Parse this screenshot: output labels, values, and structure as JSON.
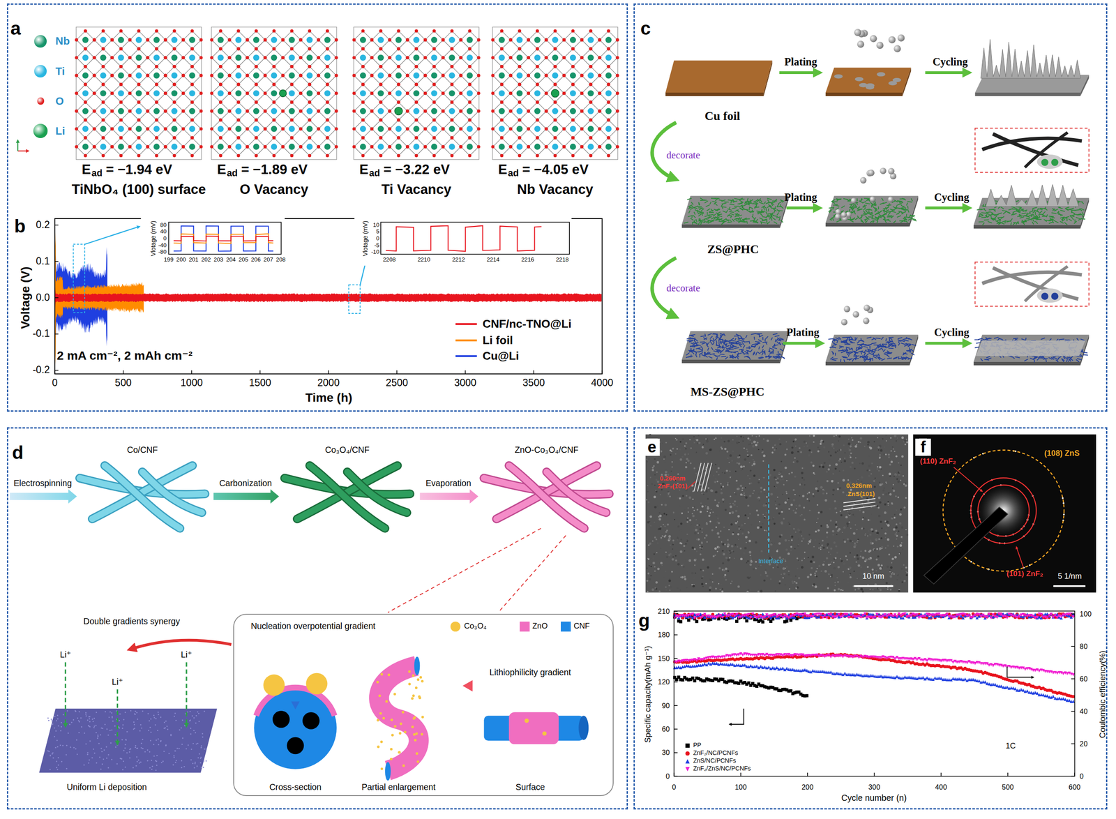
{
  "diagram": {
    "nodes": [
      {
        "text": [
          "a",
          "b"
        ]
      },
      {
        "text": [
          "c"
        ]
      },
      {
        "text": [
          "d"
        ]
      },
      {
        "text": [
          "e",
          "f",
          "g"
        ]
      },
      {
        "text": [
          "Nucleation overpotential gradient",
          "Lithiophilicity gradient",
          "Cross-section",
          "Partial enlargement",
          "Surface"
        ],
        "in": 2
      },
      {
        "text": [
          "0.260nm",
          "ZnF₂(101)",
          "Interface",
          "0.326nm",
          "ZnS(101)",
          "10 nm"
        ],
        "in": 3
      },
      {
        "text": [
          "(108) ZnS",
          "(110) ZnF₂",
          "(101) ZnF₂",
          "5 1/nm"
        ],
        "in": 3
      }
    ],
    "labels": [
      "E",
      "ad",
      "= −1.94 eV",
      "E",
      "ad",
      "= −1.89 eV",
      "E",
      "ad",
      "= −3.22 eV",
      "E",
      "ad",
      "= −4.05 eV",
      "TiNbO₄ (100) surface",
      "O Vacancy",
      "Ti Vacancy",
      "Nb Vacancy",
      "Voltage (V)",
      "0.2",
      "0.1",
      "0.0",
      "-0.1",
      "-0.2",
      "0",
      "500",
      "1000",
      "1500",
      "2000",
      "2500",
      "3000",
      "3500",
      "4000",
      "Time (h)",
      "Vlotage (mV)",
      "80",
      "40",
      "0",
      "-40",
      "-80",
      "199",
      "200",
      "201",
      "202",
      "203",
      "204",
      "205",
      "206",
      "207",
      "208",
      "Vlotage (mV)",
      "10",
      "5",
      "0",
      "-5",
      "-10",
      "2208",
      "2210",
      "2212",
      "2214",
      "2216",
      "2218",
      "2 mA cm⁻², 2 mAh cm⁻²",
      "Plating",
      "Cycling",
      "Cu foil",
      "decorate",
      "Plating",
      "Cycling",
      "ZS@PHC",
      "decorate",
      "Plating",
      "Cycling",
      "MS-ZS@PHC",
      "Electrospinning",
      "Co/CNF",
      "Carbonization",
      "Co₃O₄/CNF",
      "Evaporation",
      "ZnO-Co₃O₄/CNF",
      "Double gradients synergy",
      "Li⁺",
      "Li⁺",
      "Li⁺",
      "Uniform Li deposition",
      "0",
      "30",
      "60",
      "90",
      "120",
      "150",
      "180",
      "210",
      "0",
      "20",
      "40",
      "60",
      "80",
      "100",
      "0",
      "100",
      "200",
      "300",
      "400",
      "500",
      "600",
      "Specific capacity(mAh g⁻¹)",
      "Coulombic efficiency(%)",
      "Cycle number (n)",
      "1C"
    ],
    "legend": [
      {
        "text": "Nb",
        "color": "#17946a"
      },
      {
        "text": "Ti",
        "color": "#29b6e0"
      },
      {
        "text": "O",
        "color": "#e02020"
      },
      {
        "text": "Li",
        "color": "#1aa050"
      },
      {
        "text": "CNF/nc-TNO@Li"
      },
      {
        "text": "Li foil"
      },
      {
        "text": "Cu@Li"
      },
      {
        "text": "Co₃O₄",
        "color": "#f5c542"
      },
      {
        "text": "ZnO",
        "color": "#f06ec0"
      },
      {
        "text": "CNF",
        "color": "#1e88e5"
      },
      {
        "text": "PP"
      },
      {
        "text": "ZnF₂/NC/PCNFs"
      },
      {
        "text": "ZnS/NC/PCNFs"
      },
      {
        "text": "ZnF₂/ZnS/NC/PCNFs"
      }
    ]
  }
}
